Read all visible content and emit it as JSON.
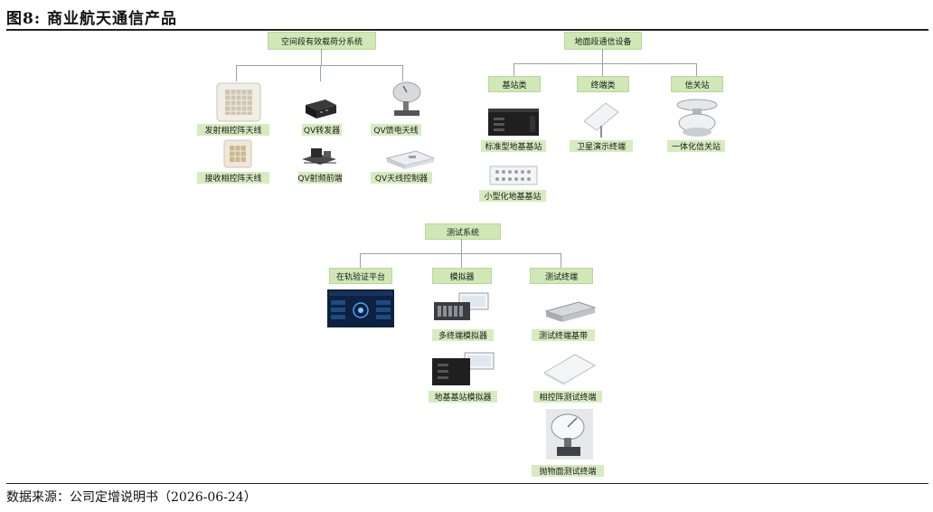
{
  "figure": {
    "title": "图8: 商业航天通信产品",
    "source": "数据来源：公司定增说明书（2026-06-24）"
  },
  "payload": {
    "header": "空间段有效载荷分系统",
    "items": [
      "发射相控阵天线",
      "QV转发器",
      "QV馈电天线",
      "接收相控阵天线",
      "QV射频前端",
      "QV天线控制器"
    ]
  },
  "ground": {
    "header": "地面段通信设备",
    "categories": [
      "基站类",
      "终端类",
      "信关站"
    ],
    "items": [
      "标准型地基基站",
      "卫星演示终端",
      "一体化信关站",
      "小型化地基基站"
    ]
  },
  "test": {
    "header": "测试系统",
    "categories": [
      "在轨验证平台",
      "模拟器",
      "测试终端"
    ],
    "items": [
      "多终端模拟器",
      "测试终端基带",
      "地基基站模拟器",
      "相控阵测试终端",
      "抛物面测试终端"
    ]
  },
  "icons": [
    "phased-array-panel-icon",
    "transponder-box-icon",
    "feed-dish-antenna-icon",
    "rf-frontend-icon",
    "antenna-controller-icon",
    "rack-server-icon",
    "flat-panel-terminal-icon",
    "gateway-dish-icon",
    "small-base-station-icon",
    "platform-screen-icon",
    "simulator-rack-icon",
    "baseband-unit-icon",
    "phased-array-terminal-icon",
    "parabolic-dish-icon"
  ],
  "colors": {
    "box_fill": "#cfe8b6",
    "connector": "#9aa0a6"
  }
}
